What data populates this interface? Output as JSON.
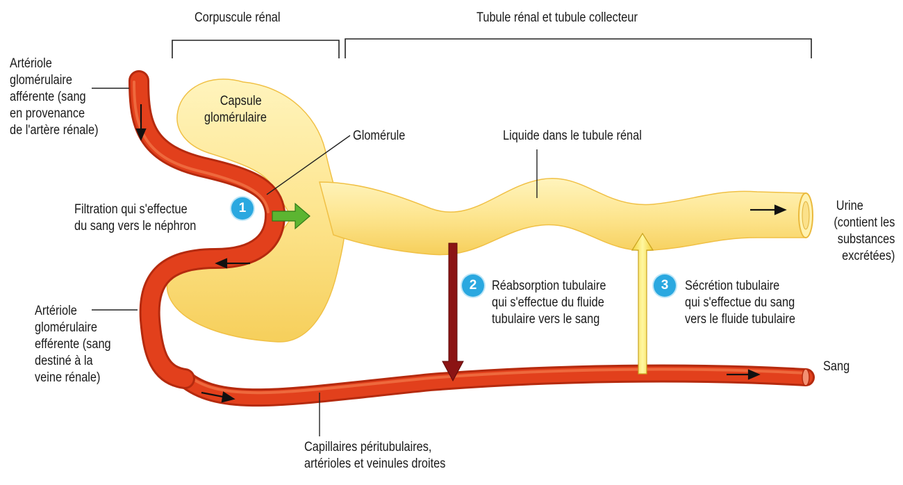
{
  "header": {
    "corpuscle_label": "Corpuscule rénal",
    "tubule_label": "Tubule rénal et tubule collecteur"
  },
  "labels": {
    "afferent": [
      "Artériole",
      "glomérulaire",
      "afférente (sang",
      "en provenance",
      "de l'artère rénale)"
    ],
    "capsule": [
      "Capsule",
      "glomérulaire"
    ],
    "glomerulus": "Glomérule",
    "tubule_fluid": "Liquide dans le tubule rénal",
    "filtration": [
      "Filtration qui s'effectue",
      "du sang vers le néphron"
    ],
    "urine": [
      "Urine",
      "(contient les",
      "substances",
      "excrétées)"
    ],
    "reabsorption": [
      "Réabsorption tubulaire",
      "qui s'effectue du fluide",
      "tubulaire vers le sang"
    ],
    "secretion": [
      "Sécrétion tubulaire",
      "qui s'effectue du sang",
      "vers le fluide tubulaire"
    ],
    "efferent": [
      "Artériole",
      "glomérulaire",
      "efférente (sang",
      "destiné à la",
      "veine rénale)"
    ],
    "blood": "Sang",
    "capillaries": [
      "Capillaires péritubulaires,",
      "artérioles et veinules droites"
    ]
  },
  "badges": {
    "filtration": "1",
    "reabsorption": "2",
    "secretion": "3"
  },
  "colors": {
    "vessel": "#e2401c",
    "vessel_dark": "#b52a0e",
    "tubule": "#fde58f",
    "tubule_edge": "#f3c84e",
    "filtration_arrow": "#5cb531",
    "reabsorption_arrow": "#8b1414",
    "secretion_arrow": "#fff06a",
    "badge": "#2aa8e0"
  }
}
